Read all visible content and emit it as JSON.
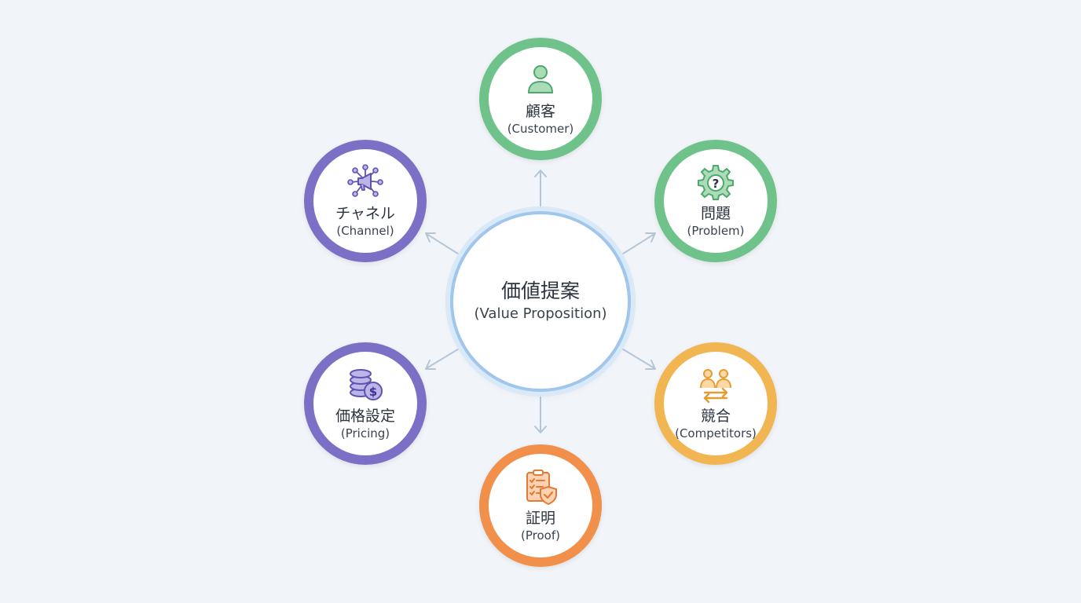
{
  "center": {
    "label_jp": "価値提案",
    "label_en": "(Value Proposition)"
  },
  "nodes": {
    "customer": {
      "label_jp": "顧客",
      "label_en": "(Customer)",
      "icon": "person-icon",
      "color": "#6fc28a"
    },
    "problem": {
      "label_jp": "問題",
      "label_en": "(Problem)",
      "icon": "gear-question-icon",
      "color": "#6fc28a"
    },
    "competitors": {
      "label_jp": "競合",
      "label_en": "(Competitors)",
      "icon": "people-swap-icon",
      "color": "#f1b552"
    },
    "proof": {
      "label_jp": "証明",
      "label_en": "(Proof)",
      "icon": "clipboard-shield-icon",
      "color": "#f0904a"
    },
    "pricing": {
      "label_jp": "価格設定",
      "label_en": "(Pricing)",
      "icon": "coins-dollar-icon",
      "color": "#7c70c6"
    },
    "channel": {
      "label_jp": "チャネル",
      "label_en": "(Channel)",
      "icon": "megaphone-network-icon",
      "color": "#7c70c6"
    }
  },
  "colors": {
    "center_border": "#9fc6ec",
    "arrow": "#b7c6d6",
    "background": "#f1f4f8"
  }
}
